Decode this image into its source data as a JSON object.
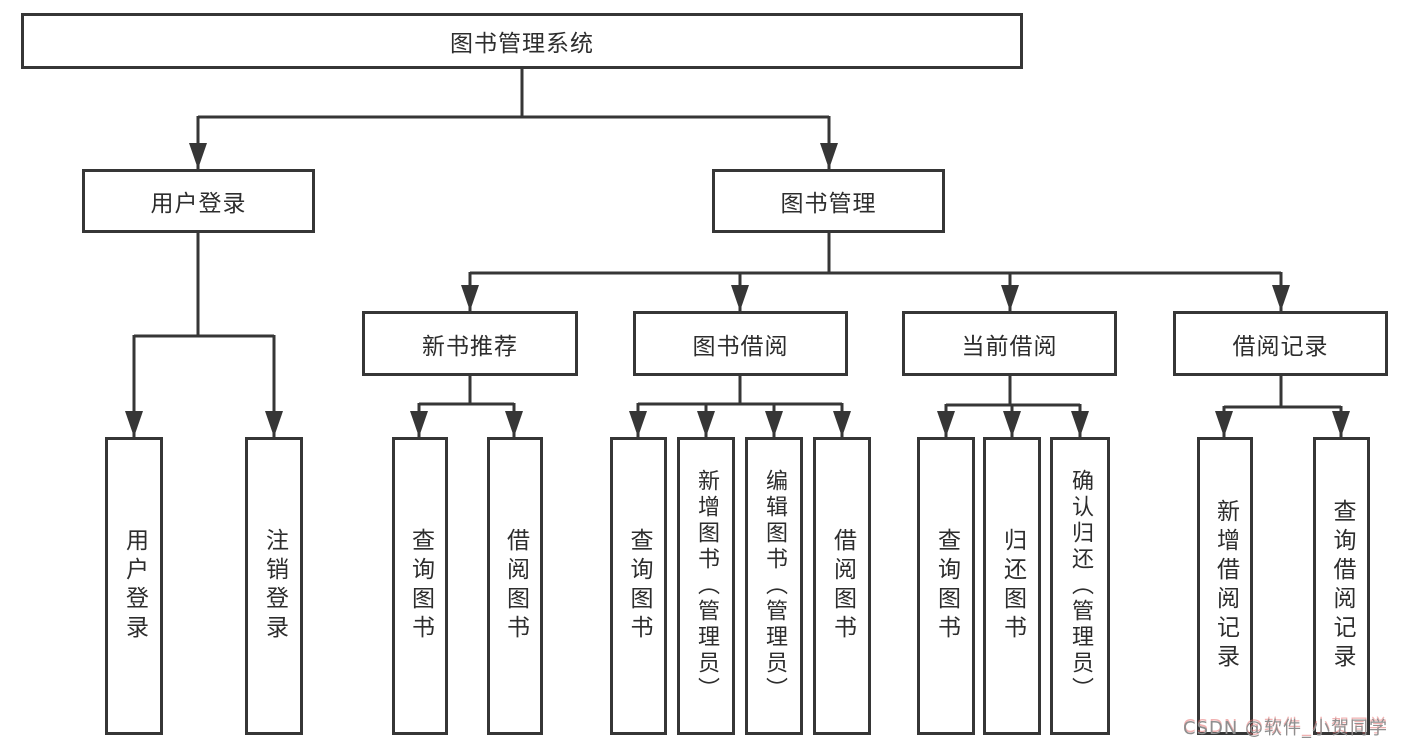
{
  "diagram": {
    "root": {
      "label": "图书管理系统"
    },
    "level2": {
      "user_login": {
        "label": "用户登录"
      },
      "book_mgmt": {
        "label": "图书管理"
      }
    },
    "level3": {
      "new_books": {
        "label": "新书推荐"
      },
      "borrowing": {
        "label": "图书借阅"
      },
      "current": {
        "label": "当前借阅"
      },
      "records": {
        "label": "借阅记录"
      }
    },
    "leaves": {
      "user_login": [
        "用户登录",
        "注销登录"
      ],
      "new_books": [
        "查询图书",
        "借阅图书"
      ],
      "borrowing": [
        "查询图书",
        "新增图书（管理员）",
        "编辑图书（管理员）",
        "借阅图书"
      ],
      "current": [
        "查询图书",
        "归还图书",
        "确认归还（管理员）"
      ],
      "records": [
        "新增借阅记录",
        "查询借阅记录"
      ]
    }
  },
  "watermark": {
    "text": "CSDN @软件_小贺同学"
  },
  "colors": {
    "line": "#363636",
    "box_border": "#363636",
    "box_fill": "#ffffff",
    "text": "#2d2d2d",
    "watermark_gray": "#8f8f8f",
    "watermark_red": "#e57373",
    "background": "#ffffff"
  }
}
